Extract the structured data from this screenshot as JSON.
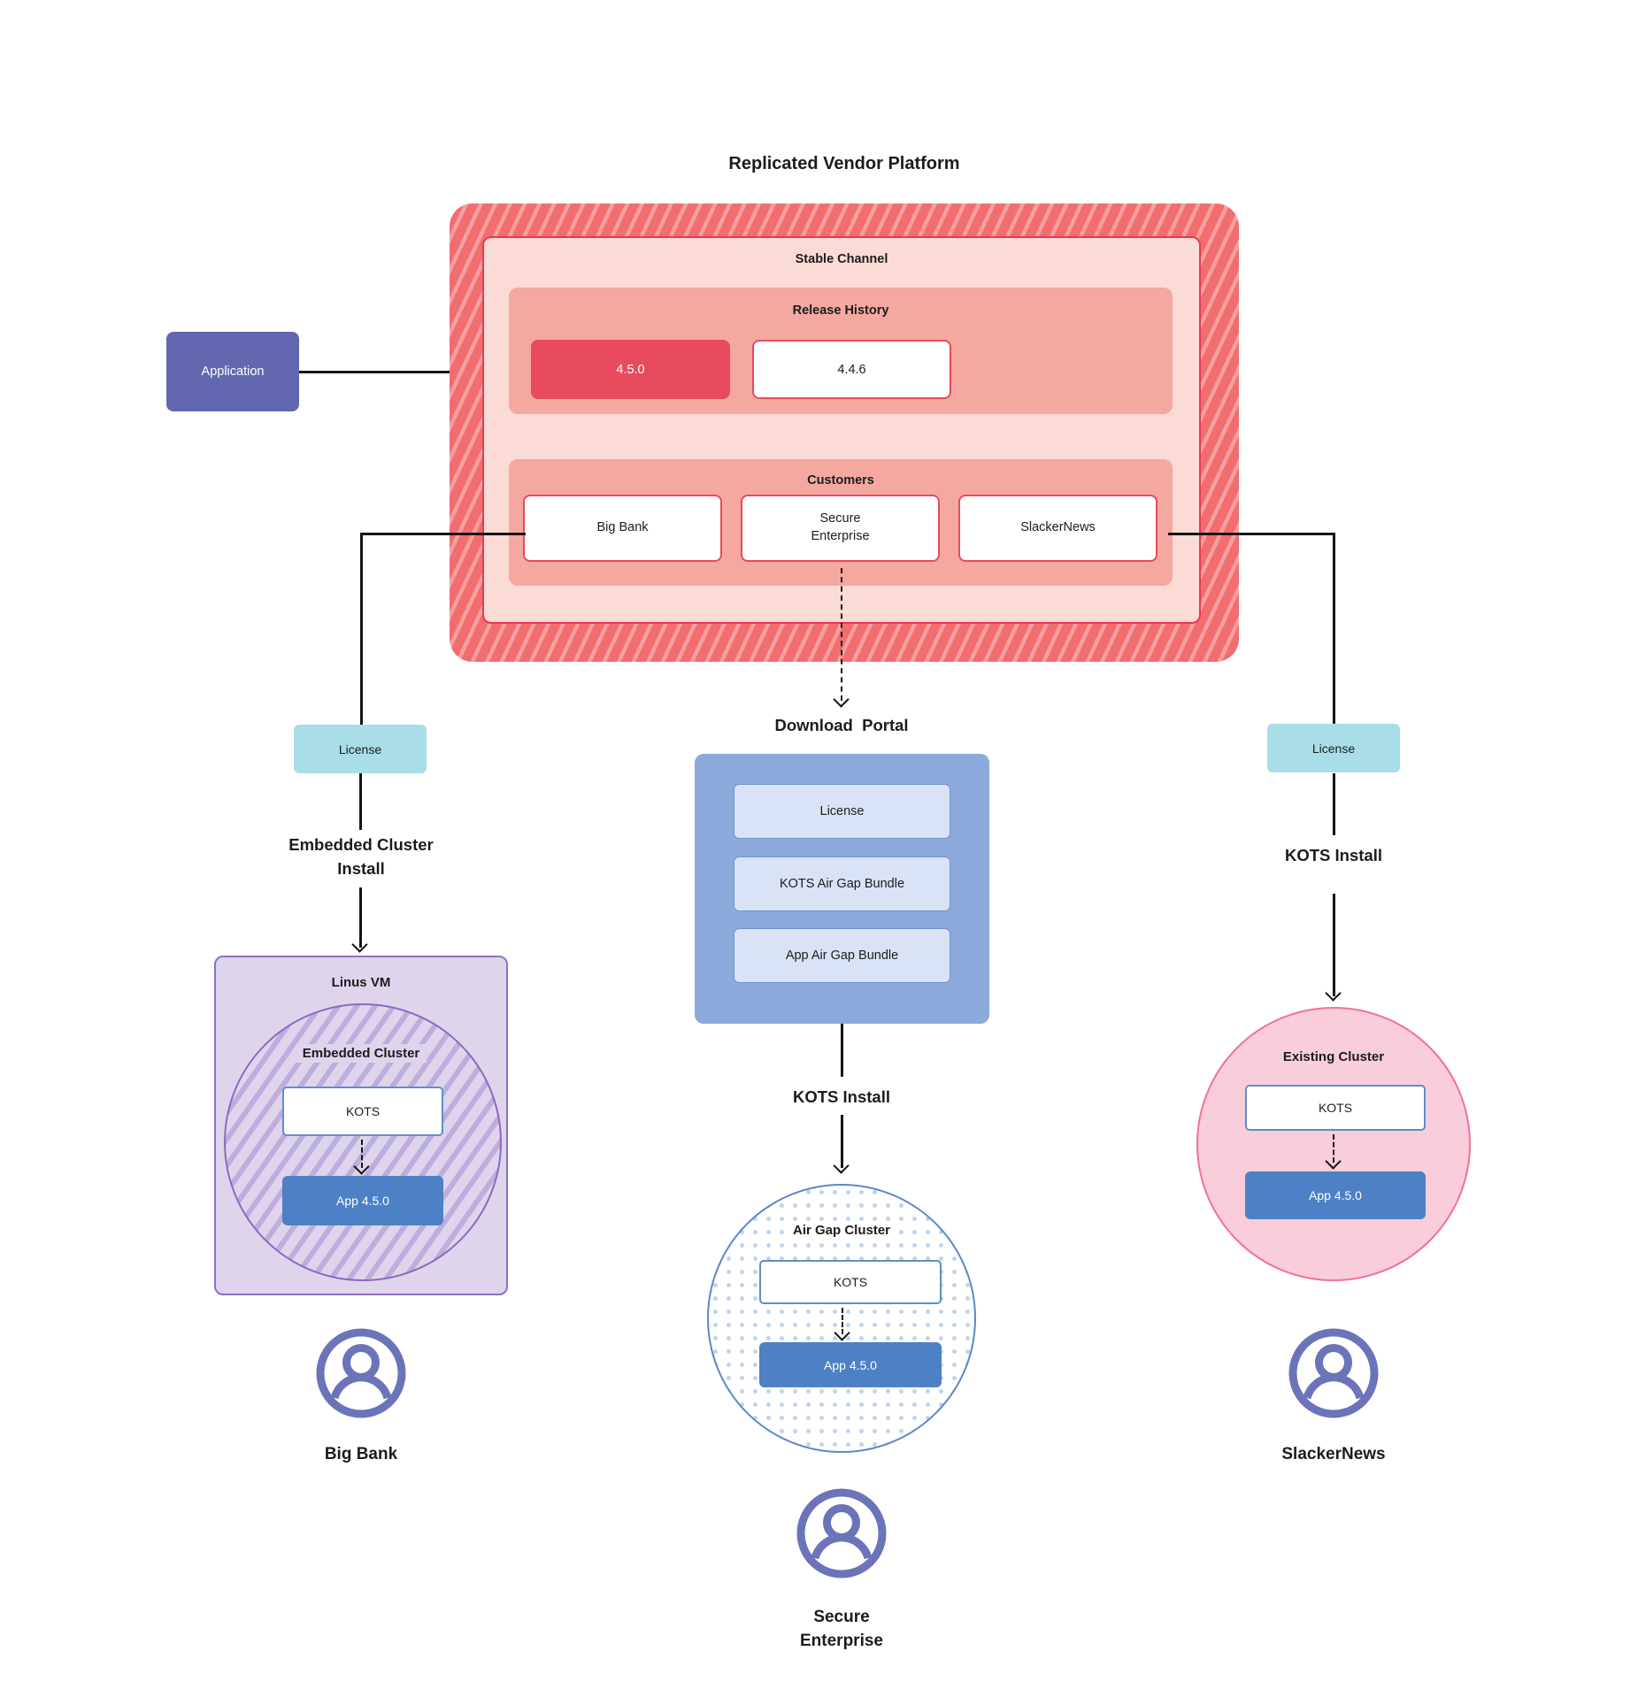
{
  "title": "Replicated Vendor Platform",
  "application": {
    "label": "Application"
  },
  "platform": {
    "stable_channel": {
      "label": "Stable Channel"
    },
    "release_history": {
      "label": "Release History",
      "releases": [
        {
          "version": "4.5.0",
          "state": "current"
        },
        {
          "version": "4.4.6",
          "state": "previous"
        }
      ]
    },
    "customers": {
      "label": "Customers",
      "items": [
        {
          "name": "Big Bank"
        },
        {
          "name": "Secure Enterprise"
        },
        {
          "name": "SlackerNews"
        }
      ]
    }
  },
  "left_flow": {
    "license_label": "License",
    "install_label": "Embedded Cluster Install"
  },
  "center_flow": {
    "portal_title": "Download  Portal",
    "portal_items": [
      {
        "label": "License"
      },
      {
        "label": "KOTS Air Gap Bundle"
      },
      {
        "label": "App Air Gap Bundle"
      }
    ],
    "install_label": "KOTS Install"
  },
  "right_flow": {
    "license_label": "License",
    "install_label": "KOTS Install"
  },
  "linux_vm": {
    "label": "Linus VM",
    "cluster_label": "Embedded Cluster",
    "kots_label": "KOTS",
    "app_label": "App 4.5.0"
  },
  "air_gap_cluster": {
    "label": "Air Gap Cluster",
    "kots_label": "KOTS",
    "app_label": "App 4.5.0"
  },
  "existing_cluster": {
    "label": "Existing Cluster",
    "kots_label": "KOTS",
    "app_label": "App 4.5.0"
  },
  "users": {
    "big_bank": "Big Bank",
    "secure_enterprise": "Secure Enterprise",
    "slacker_news": "SlackerNews"
  },
  "colors": {
    "platform_red": "#f26d6d",
    "stable_fill": "#fbdbd6",
    "stable_border": "#e63a56",
    "container_fill": "#f5a8a0",
    "release_highlight": "#e84a5e",
    "application_purple": "#6267af",
    "license_teal": "#a9dde7",
    "portal_blue": "#8caadb",
    "portal_item_fill": "#dae2f6",
    "portal_item_border": "#6d95cb",
    "vm_fill": "#ded5ed",
    "vm_border": "#8f6fc0",
    "app_blue": "#4d80c4",
    "kots_border": "#5d8fc7",
    "airgap_border": "#5d87c8",
    "existing_fill": "#f9cdd9",
    "existing_border": "#ef7195",
    "user_icon": "#6b74b8",
    "line": "#151515"
  }
}
